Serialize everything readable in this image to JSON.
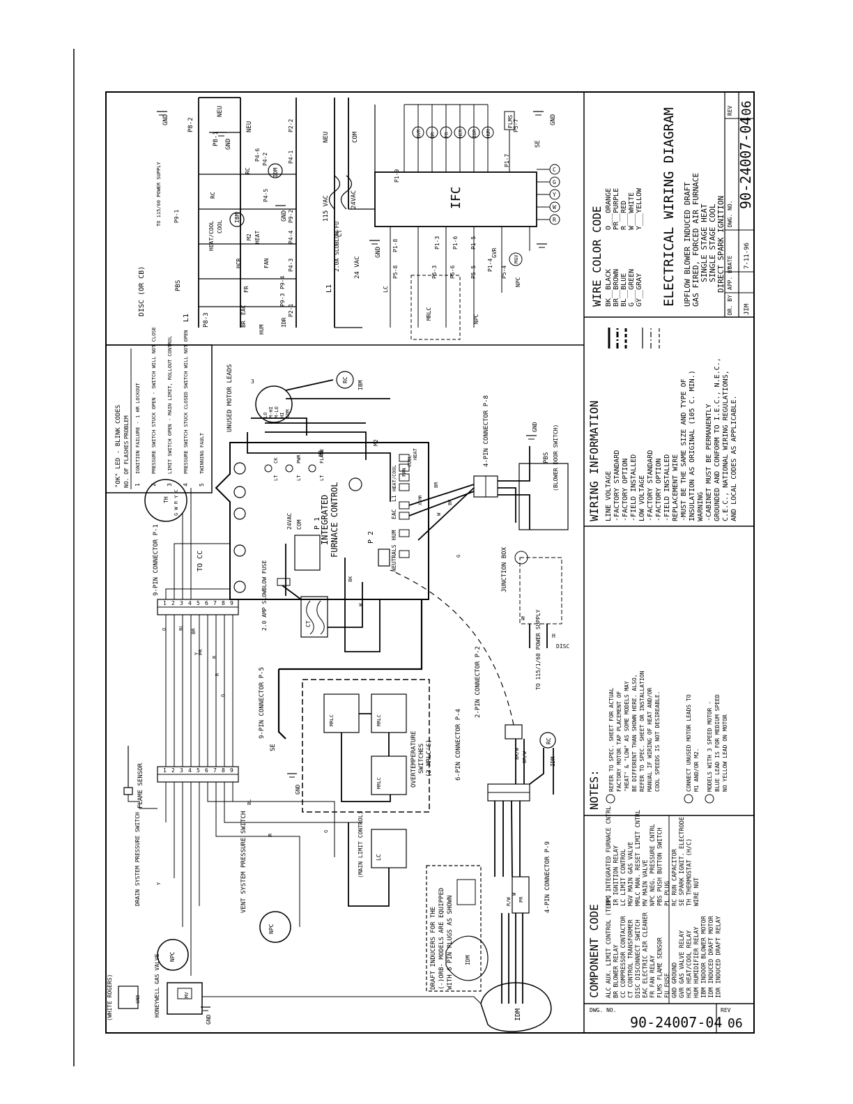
{
  "title_block": {
    "heading": "ELECTRICAL WIRING DIAGRAM",
    "desc_line1": "UPFLOW BLOWER INDUCED DRAFT",
    "desc_line2": "GAS FIRED, FORCED AIR FURNACE",
    "desc_line3": "SINGLE STAGE HEAT",
    "desc_line4": "SINGLE STAGE COOL",
    "desc_line5": "DIRECT SPARK IGNITION",
    "dr_by_label": "DR. BY",
    "dr_by_value": "JIM",
    "app_by_label": "APP. BY",
    "date_label": "DATE",
    "date_value": "7-11-96",
    "dwg_no_label": "DWG. NO.",
    "dwg_no_value": "90-24007-04",
    "rev_label": "REV",
    "rev_value": "06"
  },
  "wire_color_code": {
    "heading": "WIRE COLOR CODE",
    "left": [
      "BK__BLACK",
      "BR__BROWN",
      "BL__BLUE",
      "G___GREEN",
      "GY__GRAY"
    ],
    "right": [
      "O___ORANGE",
      "PR__PURPLE",
      "R___RED",
      "W___WHITE",
      "Y___YELLOW"
    ]
  },
  "wiring_information": {
    "heading": "WIRING INFORMATION",
    "lines": [
      "LINE VOLTAGE",
      "-FACTORY STANDARD",
      "-FACTORY OPTION",
      "-FIELD INSTALLED",
      "LOW VOLTAGE",
      "-FACTORY STANDARD",
      "-FACTORY OPTION",
      "-FIELD INSTALLED",
      "REPLACEMENT WIRE",
      "-MUST BE THE SAME SIZE AND TYPE OF",
      " INSULATION AS ORIGINAL (105 C. MIN.)",
      "WARNING",
      "-CABINET MUST BE PERMANENTLY",
      " GROUNDED AND CONFORM TO I.E.C., N.E.C.,",
      " C.E.C., NATIONAL WIRING REGULATIONS,",
      " AND LOCAL CODES AS APPLICABLE."
    ]
  },
  "notes": {
    "heading": "NOTES:",
    "n1": [
      "REFER TO SPEC. SHEET FOR ACTUAL",
      "FACTORY MOTOR TAP PLACEMENT OF",
      "\"HEAT\" & \"LOW\" AS SOME MODELS MAY",
      "BE DIFFERENT THAN SHOWN HERE. ALSO,",
      "REFER TO SPEC. SHEET OR INSTALLATION",
      "MANUAL IF WIRING OF HEAT AND/OR",
      "COOL SPEEDS IS NOT DESIREABLE."
    ],
    "n2": [
      "CONNECT UNUSED MOTOR LEADS TO",
      "M1 AND/OR M2."
    ],
    "n3": [
      "MODELS WITH 3 SPEED MOTOR -",
      "BLUE LEAD IS FOR MEDIUM SPEED",
      "NO YELLOW LEAD ON MOTOR"
    ]
  },
  "component_code": {
    "heading": "COMPONENT CODE",
    "col1": [
      "ALC  AUX. LIMIT CONTROL (TEMP)",
      "BR   BLOWER RELAY",
      "CC   COMPRESSOR CONTACTOR",
      "CT   CONTROL TRANSFORMER",
      "DISC DISCONNECT SWITCH",
      "EAC  ELECTRIC AIR CLEANER",
      "FR   FAN RELAY",
      "FLMS FLAME SENSOR",
      "FU   FUSE",
      "GND  GROUND",
      "GVR  GAS VALVE RELAY",
      "HCR  HEAT/COOL RELAY",
      "HUM  HUMIDIFIER RELAY",
      "IBM  INDOOR BLOWER MOTOR",
      "IDM  INDUCED DRAFT MOTOR",
      "IDR  INDUCED DRAFT RELAY"
    ],
    "col2": [
      "IFC  INTEGRATED FURNACE CNTRL",
      "IR   IGNITION RELAY",
      "LC   LIMIT CONTROL",
      "MGV  MAIN GAS VALVE",
      "MRLC MAN. RESET LIMIT CNTRL",
      "MV   MAIN VALVE",
      "NPC  NEG. PRESSURE CNTRL",
      "PBS  PUSH BUTTON SWITCH",
      "PL   PLUG",
      "RC   RUN CAPACITOR",
      "SE   SPARK IGNIT. ELECTRODE",
      "TH   THERMOSTAT (H/C)",
      "     WIRE NUT"
    ]
  },
  "blink_codes": {
    "heading": "\"OK\" LED - BLINK CODES",
    "col_flashes": "NO. OF FLASHES",
    "col_problem": "PROBLEM",
    "rows": [
      [
        "1",
        "IGNITION FAILURE - 1 HR LOCKOUT"
      ],
      [
        "2",
        "PRESSURE SWITCH STUCK OPEN - SWITCH WILL NOT CLOSE"
      ],
      [
        "3",
        "LIMIT SWITCH OPEN - MAIN LIMIT, ROLLOUT CONTROL"
      ],
      [
        "4",
        "PRESSURE SWITCH STUCK CLOSED SWITCH WILL NOT OPEN"
      ],
      [
        "5",
        "TWINNING FAULT"
      ]
    ]
  },
  "ladder": {
    "disc": "DISC (OR CB)",
    "l1": "L1",
    "l1b": "L1",
    "pbs": "PBS",
    "p8_3": "P8-3",
    "p8_1": "P8-1",
    "p8_2": "P8-2",
    "gnd1": "GND",
    "gnd2": "GND",
    "gnd3": "GND",
    "gnd4": "GND",
    "gnd5": "GND",
    "neu1": "NEU",
    "neu2": "NEU",
    "neu3": "NEU",
    "com": "COM",
    "v115": "115 VAC",
    "v24a": "24VAC",
    "v24b": "24 VAC",
    "ct": "CT",
    "fuse": "2.0A SLOBLOW FU",
    "ifc": "IFC",
    "hum": "HUM",
    "eac": "EAC",
    "br": "BR",
    "idr": "IDR",
    "hcr": "HCR",
    "fr": "FR",
    "fan": "FAN",
    "heat": "HEAT",
    "cool": "COOL",
    "heat_cool": "HEAT/COOL",
    "m2": "M2",
    "ibm": "IBM",
    "idm": "IDM",
    "rc": "RC",
    "rc2": "RC",
    "lc": "LC",
    "mrlc": "MRLC",
    "npc": "NPC",
    "npc2": "NPC",
    "gvr": "GVR",
    "mgv": "MGV",
    "se": "SE",
    "flms": "FLMS",
    "p1_1": "P1-1",
    "p1_2": "P1-2",
    "p1_3": "P1-3",
    "p1_4": "P1-4",
    "p1_5": "P1-5",
    "p1_6": "P1-6",
    "p1_7": "P1-7",
    "p1_8": "P1-8",
    "p1_9": "P1-9",
    "p2_1": "P2-1",
    "p2_2": "P2-2",
    "p4_1": "P4-1",
    "p4_2": "P4-2",
    "p4_3": "P4-3",
    "p4_4": "P4-4",
    "p4_5": "P4-5",
    "p4_6": "P4-6",
    "p5_3": "P5-3",
    "p5_4": "P5-4",
    "p5_5": "P5-5",
    "p5_6": "P5-6",
    "p5_7": "P5-7",
    "p5_8": "P5-8",
    "p9_1": "P9-1",
    "p9_2": "P9-2",
    "p9_3": "P9-3",
    "p9_4": "P9-4",
    "power_supply": "TO 115/60 POWER SUPPLY",
    "relays": [
      "GVR",
      "BR",
      "FR",
      "HCR",
      "IDR",
      "HUM"
    ],
    "thermo": [
      "R",
      "W",
      "Y",
      "G",
      "C"
    ]
  },
  "connection": {
    "unused_motor_leads": "UNUSED MOTOR LEADS",
    "note3": "3",
    "ibm": "IBM",
    "rc": "RC",
    "motor_taps": [
      "LO",
      "M-HI",
      "M-LO",
      "HI",
      "COM"
    ],
    "ifc_label1": "INTEGRATED",
    "ifc_label2": "FURNACE CONTROL",
    "p1": "P 1",
    "p2": "P 2",
    "v24ac": "24VAC",
    "com": "COM",
    "leds": [
      "CK",
      "PWR",
      "FLAME"
    ],
    "lt": "LT",
    "m1": "M1",
    "m2": "M2",
    "heat": "HEAT",
    "cool": "COOL",
    "fan": "FAN",
    "heat_cool": "HEAT/COOL",
    "l1": "L1",
    "eac": "EAC",
    "hum": "HUM",
    "xfmr": "XFMR",
    "neutrals": "NEUTRALS",
    "th": "TH",
    "th_terms": "G W R Y C",
    "to_cc": "TO CC",
    "conn_9pin_p1": "9-PIN CONNECTOR P-1",
    "conn_9pin_p5": "9-PIN CONNECTOR P-5",
    "conn_4pin_p8": "4-PIN CONNECTOR P-8",
    "conn_2pin_p2": "2-PIN CONNECTOR P-2",
    "conn_6pin_p4": "6-PIN CONNECTOR P-4",
    "conn_4pin_p9": "4-PIN CONNECTOR P-9",
    "fuse": "2.0 AMP SLOWBLOW FUSE",
    "ct": "CT",
    "gnd": "GND",
    "gnd2": "GND",
    "gnd3": "GND",
    "pbs": "PBS",
    "blower_door": "(BLOWER DOOR SWITCH)",
    "junction_box": "JUNCTION BOX",
    "power_supply": "TO 115/1/60 POWER SUPPLY",
    "disc": "DISC",
    "n": "N",
    "h": "H",
    "se": "SE",
    "flame_sensor": "FLAME SENSOR",
    "overtemp1": "OVERTEMPERATURE",
    "overtemp2": "SWITCHES",
    "overtemp3": "(3-MRLC'S)",
    "mrlc": "MRLC",
    "lc": "LC",
    "main_limit": "(MAIN LIMIT CONTROL)",
    "draft1": "DRAFT INDUCERS FOR THE",
    "draft2": "(-)ORB- MODELS ARE EQUIPPED",
    "draft3": "WITH 6 PIN PLUGS AS SHOWN",
    "idm": "IDM",
    "idm2": "IDM",
    "idm3": "IDM",
    "rc2": "RC",
    "vent_switch": "VENT SYSTEM PRESSURE SWITCH",
    "drain_switch": "DRAIN SYSTEM PRESSURE SWITCH",
    "npc": "NPC",
    "npc2": "NPC",
    "gas_valve": "HONEYWELL GAS VALVE",
    "white_rogers": "(WHITE ROGERS)",
    "mv": "MV",
    "gnd_c": "GND",
    "wires": [
      "O",
      "BL",
      "Y",
      "BR",
      "PR",
      "R",
      "R",
      "G",
      "G",
      "BK",
      "W",
      "W",
      "BK",
      "BR",
      "BR/W",
      "BR/W",
      "W",
      "PR",
      "R/W",
      "R",
      "G",
      "BL",
      "Y"
    ],
    "pin_nums": [
      "1",
      "2",
      "3",
      "4",
      "5",
      "6",
      "7",
      "8",
      "9"
    ]
  }
}
